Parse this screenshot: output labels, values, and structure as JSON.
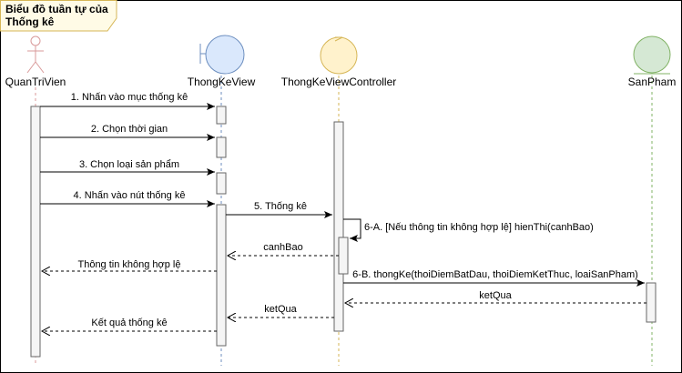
{
  "frame": {
    "title_line1": "Biểu đồ tuần tự của",
    "title_line2": "Thống kê"
  },
  "participants": [
    {
      "key": "actor",
      "label": "QuanTriVien",
      "kind": "actor",
      "color": "#d99a9a"
    },
    {
      "key": "view",
      "label": "ThongKeView",
      "kind": "boundary",
      "color": "#6c8ebf",
      "fill": "#dae8fc"
    },
    {
      "key": "controller",
      "label": "ThongKeViewController",
      "kind": "control",
      "color": "#d6b656",
      "fill": "#fff2cc"
    },
    {
      "key": "entity",
      "label": "SanPham",
      "kind": "entity",
      "color": "#82b366",
      "fill": "#d5e8d4"
    }
  ],
  "messages": [
    {
      "label": "1. Nhấn vào mục thống kê",
      "from": "actor",
      "to": "view",
      "kind": "sync"
    },
    {
      "label": "2. Chọn thời gian",
      "from": "actor",
      "to": "view",
      "kind": "sync"
    },
    {
      "label": "3. Chọn loại sản phẩm",
      "from": "actor",
      "to": "view",
      "kind": "sync"
    },
    {
      "label": "4. Nhấn vào nút thống kê",
      "from": "actor",
      "to": "view",
      "kind": "sync"
    },
    {
      "label": "5. Thống kê",
      "from": "view",
      "to": "controller",
      "kind": "sync"
    },
    {
      "label": "6-A. [Nếu thông tin không hợp lệ] hienThi(canhBao)",
      "from": "controller",
      "to": "controller",
      "kind": "self"
    },
    {
      "label": "canhBao",
      "from": "controller",
      "to": "view",
      "kind": "return"
    },
    {
      "label": "Thông tin không hợp lệ",
      "from": "view",
      "to": "actor",
      "kind": "return"
    },
    {
      "label": "6-B. thongKe(thoiDiemBatDau, thoiDiemKetThuc, loaiSanPham)",
      "from": "controller",
      "to": "entity",
      "kind": "sync"
    },
    {
      "label": "ketQua",
      "from": "entity",
      "to": "controller",
      "kind": "return"
    },
    {
      "label": "ketQua",
      "from": "controller",
      "to": "view",
      "kind": "return"
    },
    {
      "label": "Kết quả thống kê",
      "from": "view",
      "to": "actor",
      "kind": "return"
    }
  ]
}
